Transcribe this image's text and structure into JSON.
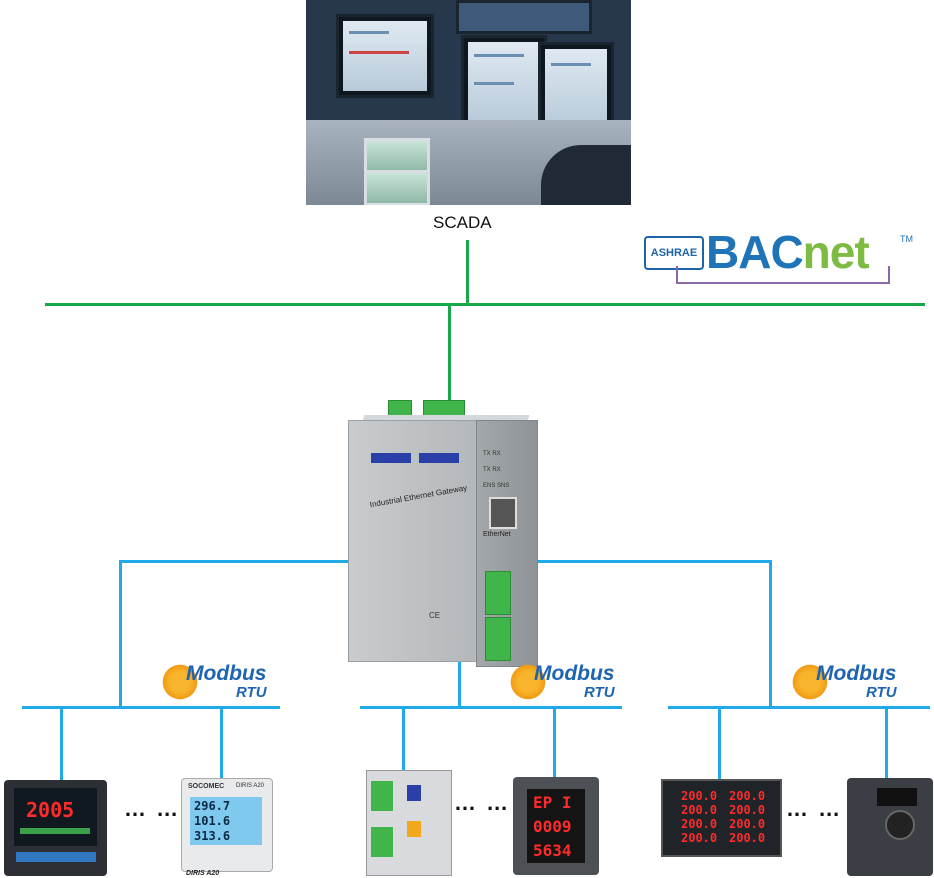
{
  "scada": {
    "label": "SCADA"
  },
  "bacnet": {
    "badge": "ASHRAE",
    "word_bac": "BAC",
    "word_net": "net",
    "tm": "TM"
  },
  "gateway": {
    "name": "Industrial Ethernet Gateway",
    "port_label": "EtherNet",
    "led_rows": [
      "TX RX",
      "TX RX",
      "ENS SNS"
    ],
    "ce": "CE"
  },
  "modbus": {
    "word1": "Modbus",
    "word2": "RTU"
  },
  "dots": "… …",
  "devices": {
    "meter_a": {
      "display": "2005"
    },
    "meter_b": {
      "brand": "SOCOMEC",
      "model_top": "DIRIS A20",
      "model_label": "DIRIS A20",
      "readings": [
        "296.7",
        "101.6",
        "313.6"
      ]
    },
    "meter_d": {
      "readings": [
        "EP I",
        "0009",
        "5634"
      ]
    },
    "meter_e": {
      "readings": [
        "200.0",
        "200.0",
        "200.0",
        "200.0",
        "200.0",
        "200.0",
        "200.0",
        "200.0"
      ]
    }
  },
  "colors": {
    "bacnet_line": "#18a84a",
    "modbus_line": "#1fa9e6",
    "modbus_text": "#1e64b0"
  }
}
